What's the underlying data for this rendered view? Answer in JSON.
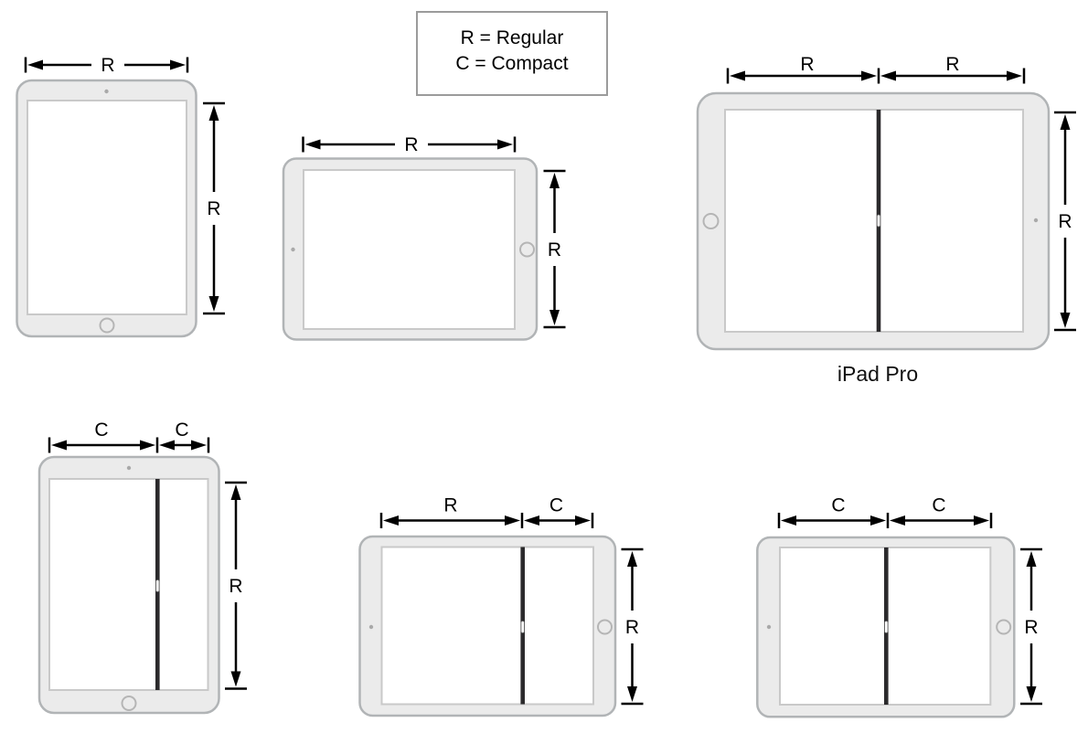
{
  "legend": {
    "lines": [
      "R = Regular",
      "C = Compact"
    ]
  },
  "devices": [
    {
      "name": "ipad-portrait-fullscreen",
      "orientation": "portrait",
      "split": false,
      "width_labels": [
        "R"
      ],
      "height_label": "R"
    },
    {
      "name": "ipad-landscape-fullscreen",
      "orientation": "landscape",
      "split": false,
      "width_labels": [
        "R"
      ],
      "height_label": "R"
    },
    {
      "name": "ipad-pro-landscape-split",
      "orientation": "landscape",
      "split": true,
      "width_labels": [
        "R",
        "R"
      ],
      "height_label": "R",
      "caption": "iPad Pro"
    },
    {
      "name": "ipad-portrait-split",
      "orientation": "portrait",
      "split": true,
      "width_labels": [
        "C",
        "C"
      ],
      "height_label": "R"
    },
    {
      "name": "ipad-landscape-split-rc",
      "orientation": "landscape",
      "split": true,
      "width_labels": [
        "R",
        "C"
      ],
      "height_label": "R"
    },
    {
      "name": "ipad-landscape-split-cc",
      "orientation": "landscape",
      "split": true,
      "width_labels": [
        "C",
        "C"
      ],
      "height_label": "R"
    }
  ],
  "colors": {
    "device_body": "#ebebeb",
    "device_border": "#b1b4b6",
    "screen_fill": "#ffffff",
    "screen_border": "#c9c9c9",
    "divider": "#2b2a2c",
    "dimension_line": "#000000",
    "legend_border": "#9b9b9b"
  }
}
